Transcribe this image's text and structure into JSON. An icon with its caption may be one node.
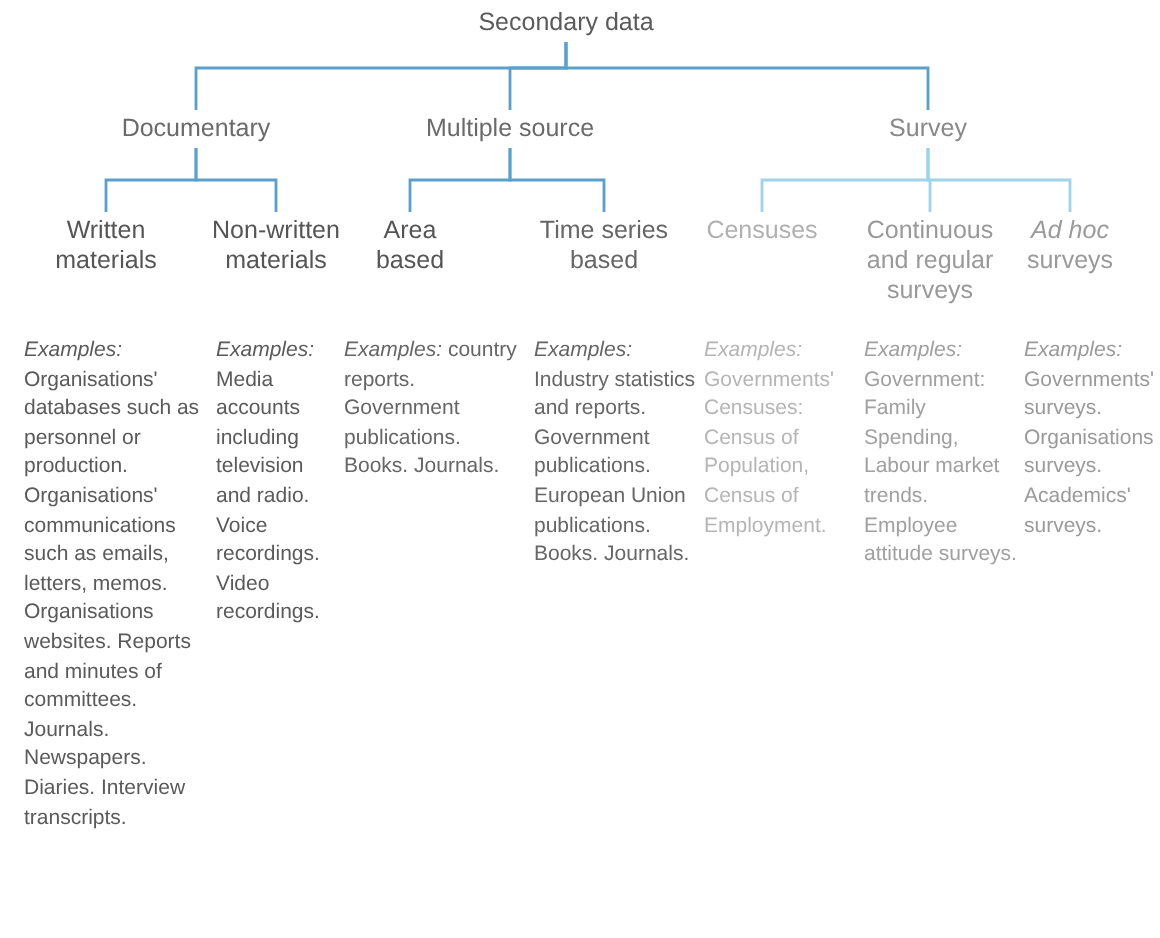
{
  "diagram": {
    "nodes": [
      {
        "text": [
          "Secondary data"
        ]
      },
      {
        "text": [
          "Documentary"
        ]
      },
      {
        "text": [
          "Written materials"
        ],
        "beside": [
          "*Examples:* Organisations' databases such as personnel or production. Organisations' communications such as emails, letters, memos. Organisations websites. Reports and minutes of committees. Journals. Newspapers. Diaries. Interview transcripts."
        ]
      },
      {
        "text": [
          "Non-written materials"
        ],
        "beside": [
          "*Examples:* Media accounts including television and radio. Voice recordings. Video recordings."
        ]
      },
      {
        "text": [
          "Multiple source"
        ]
      },
      {
        "text": [
          "Area based"
        ],
        "beside": [
          "*Examples:* country reports. Government publications. Books. Journals."
        ]
      },
      {
        "text": [
          "Time series based"
        ],
        "beside": [
          "*Examples:* Industry statistics and reports. Government publications. European Union publications. Books. Journals."
        ]
      },
      {
        "text": [
          "Survey"
        ]
      },
      {
        "text": [
          "Censuses"
        ]
      },
      {
        "text": [
          "Continuous and regular surveys"
        ],
        "beside": [
          "*Examples:* Government: Family Spending, Labour market trends. Employee attitude surveys."
        ]
      },
      {
        "text": [
          "*Ad hoc* surveys"
        ],
        "beside": [
          "*Examples:* Governments' surveys. Organisations surveys. Academics' surveys."
        ]
      }
    ],
    "edges": [
      {
        "from": 0,
        "to": 1,
        "arrow": "none"
      },
      {
        "from": 0,
        "to": 4,
        "arrow": "none"
      },
      {
        "from": 0,
        "to": 7,
        "arrow": "none"
      },
      {
        "from": 1,
        "to": 2,
        "arrow": "none"
      },
      {
        "from": 1,
        "to": 3,
        "arrow": "none"
      },
      {
        "from": 4,
        "to": 5,
        "arrow": "none"
      },
      {
        "from": 4,
        "to": 6,
        "arrow": "none"
      },
      {
        "from": 7,
        "to": 8,
        "arrow": "none",
        "color": "#9ed3ea"
      },
      {
        "from": 7,
        "to": 9,
        "arrow": "none",
        "color": "#9ed3ea"
      },
      {
        "from": 7,
        "to": 10,
        "arrow": "none",
        "color": "#9ed3ea"
      }
    ],
    "labels": [
      "*Examples:* Governments' Censuses: Census of Population, Census of Employment."
    ]
  }
}
